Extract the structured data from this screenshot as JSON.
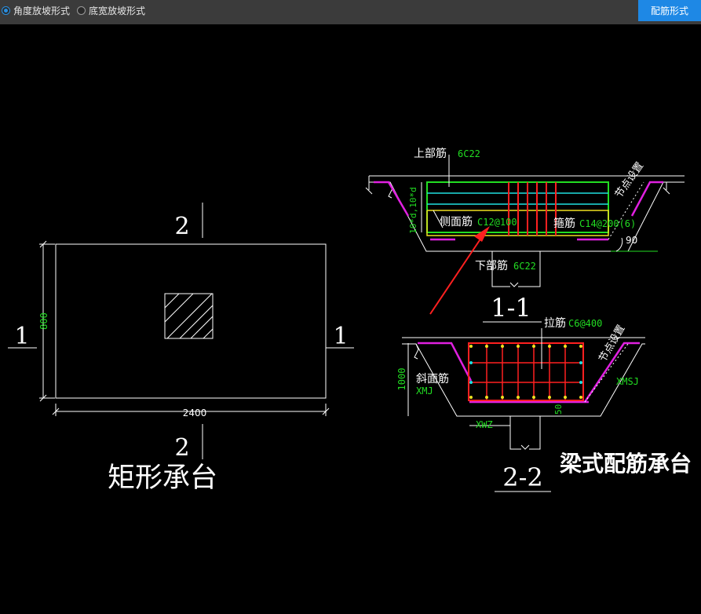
{
  "toolbar": {
    "options": [
      {
        "label": "角度放坡形式",
        "selected": true
      },
      {
        "label": "底宽放坡形式",
        "selected": false
      }
    ],
    "rebar_button": "配筋形式",
    "accent": "#1e88e5"
  },
  "rect_cap": {
    "title": "矩形承台",
    "dim_width": "2400",
    "dim_height": "800",
    "section_mark_1": "1",
    "section_mark_2": "2"
  },
  "section_1_1": {
    "title": "1-1",
    "top_rebar_label": "上部筋",
    "top_rebar_value": "6C22",
    "side_rebar_label": "侧面筋",
    "side_rebar_value": "C12@100",
    "stirrup_label": "箍筋",
    "stirrup_value": "C14@200(6)",
    "bottom_rebar_label": "下部筋",
    "bottom_rebar_value": "6C22",
    "anchor_label": "10*d,10*d",
    "angle_label": "90",
    "node_setting": "节点设置"
  },
  "section_2_2": {
    "title": "2-2",
    "tie_label": "拉筋",
    "tie_value": "C6@400",
    "slope_label": "斜面筋",
    "height_dim": "1000",
    "xmj": "XMJ",
    "xmsj": "XMSJ",
    "xwz": "XWZ",
    "dim_50": "50",
    "node_setting": "节点设置"
  },
  "beam_cap_title": "梁式配筋承台"
}
